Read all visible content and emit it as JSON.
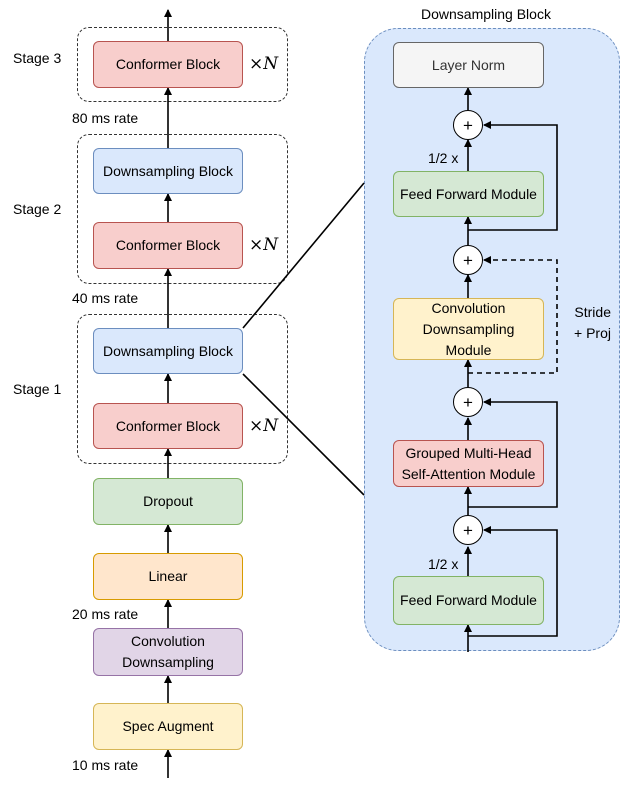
{
  "left": {
    "stages": [
      {
        "label": "Stage 3"
      },
      {
        "label": "Stage 2"
      },
      {
        "label": "Stage 1"
      }
    ],
    "blocks": {
      "stage3_conformer": "Conformer Block",
      "stage2_downsampling": "Downsampling Block",
      "stage2_conformer": "Conformer Block",
      "stage1_downsampling": "Downsampling Block",
      "stage1_conformer": "Conformer Block",
      "dropout": "Dropout",
      "linear": "Linear",
      "conv_downsampling": "Convolution Downsampling",
      "spec_augment": "Spec Augment"
    },
    "multiplier": "×",
    "multiplier_var": "N",
    "rates": {
      "r80": "80 ms rate",
      "r40": "40 ms rate",
      "r20": "20 ms rate",
      "r10": "10 ms rate"
    }
  },
  "right": {
    "title": "Downsampling Block",
    "blocks": {
      "layer_norm": "Layer Norm",
      "ffn_top": "Feed Forward Module",
      "conv_down": "Convolution Downsampling Module",
      "attention": "Grouped Multi-Head Self-Attention Module",
      "ffn_bottom": "Feed Forward Module"
    },
    "half_top": "1/2 x",
    "half_bottom": "1/2 x",
    "plus": "+",
    "stride_proj": "Stride + Proj"
  },
  "colors": {
    "conformer": "#f8cecc",
    "downsampling": "#dae8fc",
    "dropout": "#d5e8d4",
    "linear": "#ffe6cc",
    "conv_downsampling": "#e1d5e7",
    "spec_augment": "#fff2cc",
    "layer_norm": "#f5f5f5",
    "panel": "#dae8fc"
  }
}
